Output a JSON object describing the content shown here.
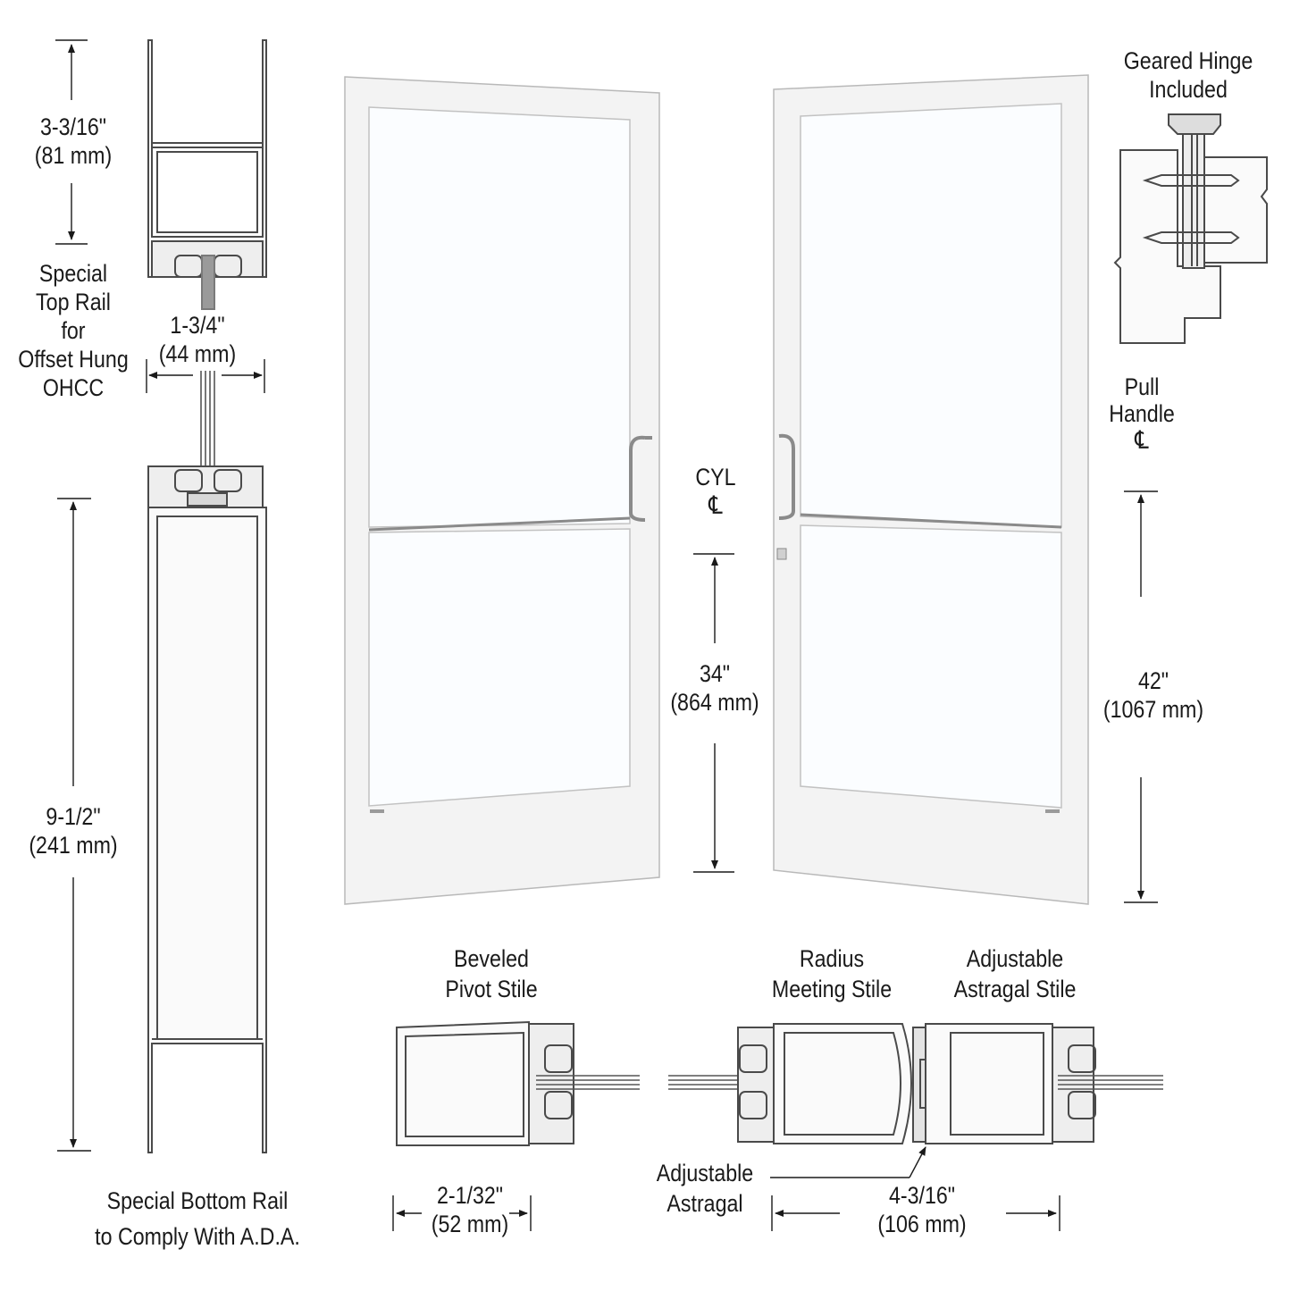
{
  "labels": {
    "top_rail_height": {
      "in": "3-3/16\"",
      "mm": "(81 mm)"
    },
    "top_rail_caption": [
      "Special",
      "Top Rail",
      "for",
      "Offset Hung",
      "OHCC"
    ],
    "depth": {
      "in": "1-3/4\"",
      "mm": "(44 mm)"
    },
    "bottom_rail_height": {
      "in": "9-1/2\"",
      "mm": "(241 mm)"
    },
    "bottom_rail_caption": [
      "Special Bottom Rail",
      "to Comply With A.D.A."
    ],
    "cyl": {
      "title": "CYL",
      "symbol": "℄"
    },
    "cyl_height": {
      "in": "34\"",
      "mm": "(864 mm)"
    },
    "pull_handle": {
      "line1": "Pull",
      "line2": "Handle",
      "symbol": "℄"
    },
    "pull_height": {
      "in": "42\"",
      "mm": "(1067 mm)"
    },
    "geared_hinge": [
      "Geared Hinge",
      "Included"
    ],
    "beveled_pivot": [
      "Beveled",
      "Pivot Stile"
    ],
    "pivot_width": {
      "in": "2-1/32\"",
      "mm": "(52 mm)"
    },
    "radius_meeting": [
      "Radius",
      "Meeting Stile"
    ],
    "adjustable_astragal_stile": [
      "Adjustable",
      "Astragal Stile"
    ],
    "adjustable_astragal": [
      "Adjustable",
      "Astragal"
    ],
    "meeting_width": {
      "in": "4-3/16\"",
      "mm": "(106 mm)"
    }
  },
  "colors": {
    "line": "#1a1a1a",
    "frame": "#f3f3f3",
    "frame_edge": "#b9b9b9",
    "glass": "#fbfdff",
    "profile": "#4a4a4a"
  }
}
